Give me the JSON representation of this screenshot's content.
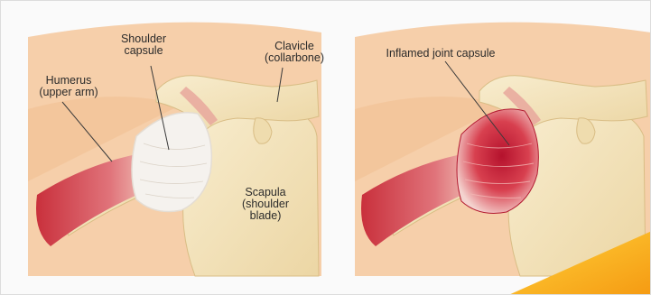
{
  "left_panel": {
    "humerus_label": {
      "line1": "Humerus",
      "line2": "(upper arm)"
    },
    "capsule_label": {
      "line1": "Shoulder",
      "line2": "capsule"
    },
    "clavicle_label": {
      "line1": "Clavicle",
      "line2": "(collarbone)"
    },
    "scapula_label": {
      "line1": "Scapula",
      "line2": "(shoulder",
      "line3": "blade)"
    }
  },
  "right_panel": {
    "inflamed_label": "Inflamed joint capsule"
  },
  "colors": {
    "skin": "#f4c9a2",
    "bone": "#f3e4bd",
    "muscle": "#d7484c",
    "capsule": "#f4f1ec",
    "inflamed": "#c8203a",
    "accent": "#f5b81c"
  }
}
